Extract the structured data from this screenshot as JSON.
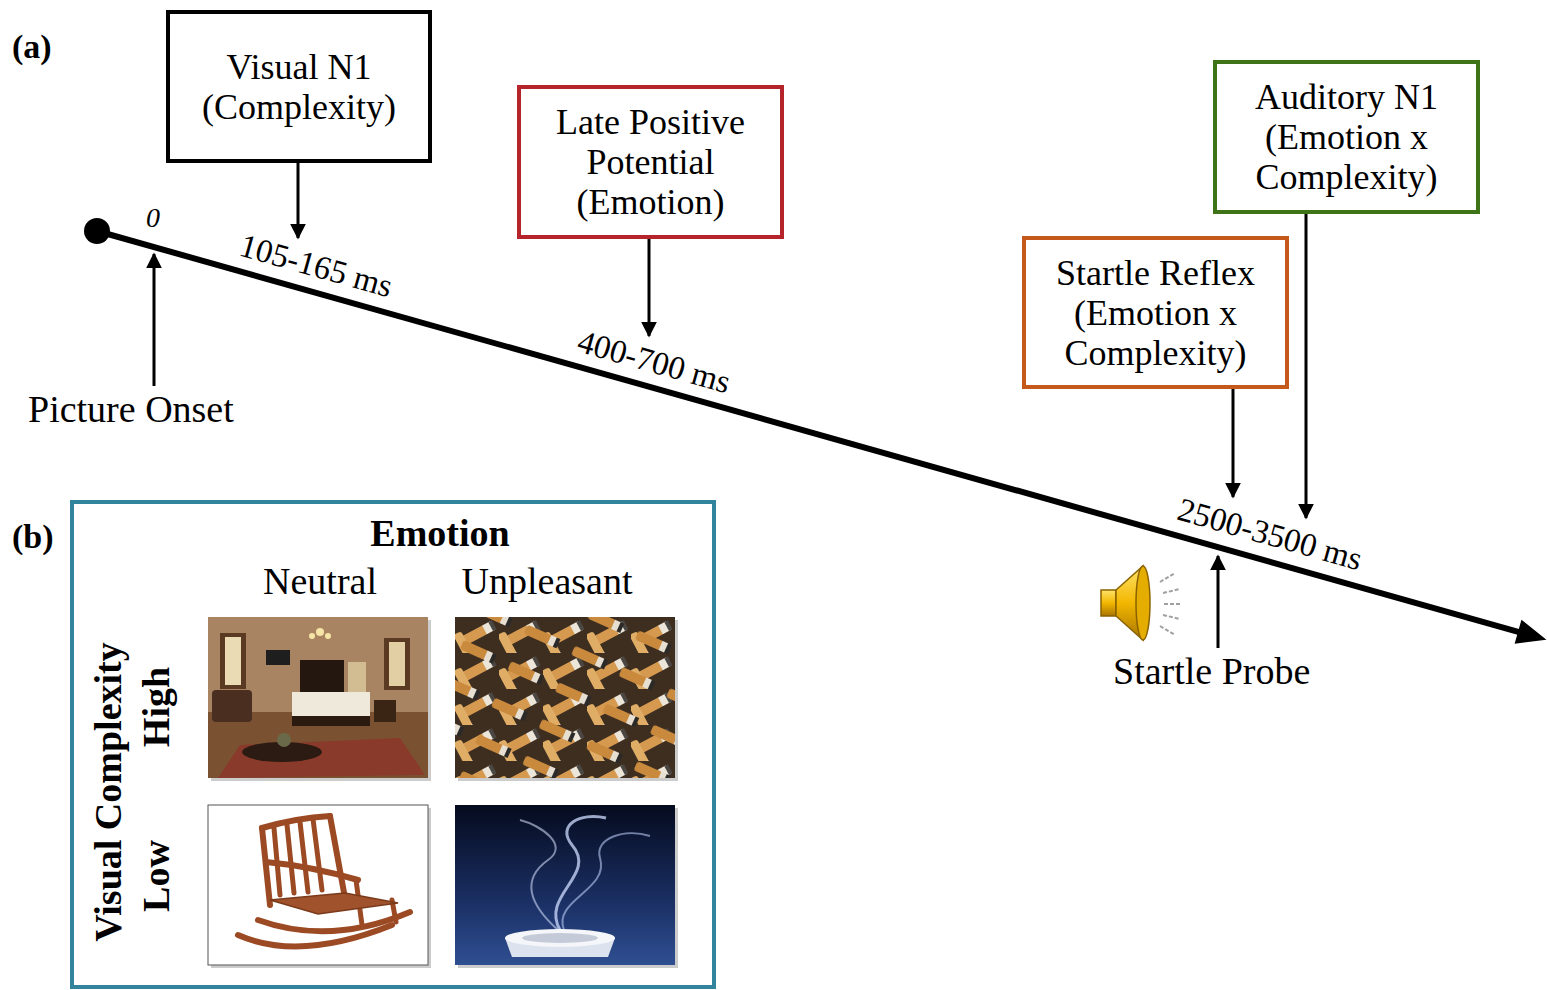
{
  "diagram": {
    "nodes": [
      {
        "text": [
          "Visual N1 (Complexity)"
        ]
      },
      {
        "text": [
          "Late Positive Potential (Emotion)"
        ]
      },
      {
        "text": [
          "Startle Reflex (Emotion x Complexity)"
        ]
      },
      {
        "text": [
          "Auditory N1 (Emotion x Complexity)"
        ]
      },
      {
        "text": [
          "Emotion",
          "Neutral",
          "Unpleasant",
          "Visual Complexity",
          "High",
          "Low"
        ]
      }
    ],
    "labels": [
      "(a)",
      "0",
      "105-165 ms",
      "400-700 ms",
      "Picture Onset",
      "2500-3500 ms",
      "Startle Probe",
      "(b)"
    ]
  }
}
